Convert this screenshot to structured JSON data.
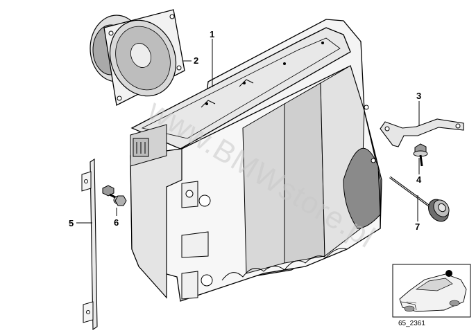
{
  "callouts": {
    "c1": "1",
    "c2": "2",
    "c3": "3",
    "c4": "4",
    "c5": "5",
    "c6": "6",
    "c7": "7"
  },
  "watermark": "www.BMWstore.pl",
  "thumbnail": {
    "reference": "65_2361"
  },
  "parts": [
    {
      "callout": "1",
      "icon": "subwoofer-enclosure-icon"
    },
    {
      "callout": "2",
      "icon": "loudspeaker-icon"
    },
    {
      "callout": "3",
      "icon": "mounting-bracket-icon"
    },
    {
      "callout": "4",
      "icon": "hex-bolt-icon"
    },
    {
      "callout": "5",
      "icon": "support-strap-icon"
    },
    {
      "callout": "6",
      "icon": "hex-bolt-icon"
    },
    {
      "callout": "7",
      "icon": "knurled-screw-icon"
    }
  ],
  "colors": {
    "line": "#000000",
    "shade": "#6e6e6e",
    "mid": "#bdbdbd",
    "light": "#e6e6e6",
    "watermark": "#c8c8c8"
  }
}
